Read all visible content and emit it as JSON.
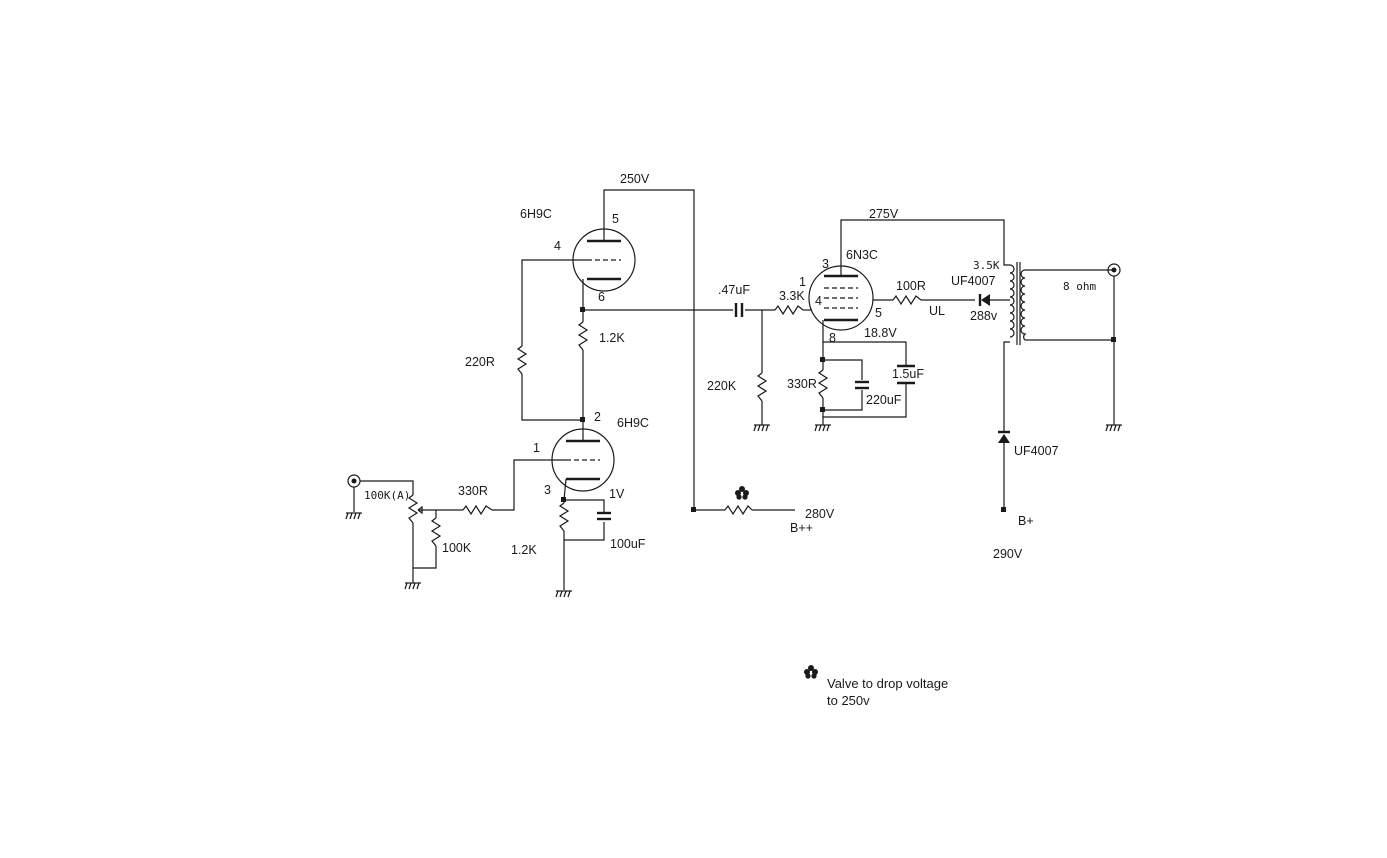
{
  "tubes": {
    "v1_name": "6H9C",
    "v1_pins": [
      "5",
      "4",
      "6"
    ],
    "v2_name": "6H9C",
    "v2_pins": [
      "2",
      "1",
      "3"
    ],
    "v3_name": "6N3C",
    "v3_pins": [
      "3",
      "1",
      "4",
      "5",
      "8"
    ]
  },
  "voltages": {
    "v250": "250V",
    "v275": "275V",
    "v1": "1V",
    "v188": "18.8V",
    "v280": "280V",
    "v288": "288v",
    "v290": "290V"
  },
  "components": {
    "r220": "220R",
    "r1k2_top": "1.2K",
    "r1k2_bot": "1.2K",
    "pot": "100K(A)",
    "r330_in": "330R",
    "r100k": "100K",
    "c100u": "100uF",
    "c047": ".47uF",
    "r3k3": "3.3K",
    "r220k": "220K",
    "r100": "100R",
    "ul": "UL",
    "r330_cath": "330R",
    "c220u": "220uF",
    "c15u": "1.5uF",
    "xfmr": "3.5K",
    "d1": "UF4007",
    "d2": "UF4007",
    "spk": "8 ohm",
    "bpp": "B++",
    "bp": "B+"
  },
  "note": {
    "line1": "Valve to drop voltage",
    "line2": "to 250v"
  }
}
